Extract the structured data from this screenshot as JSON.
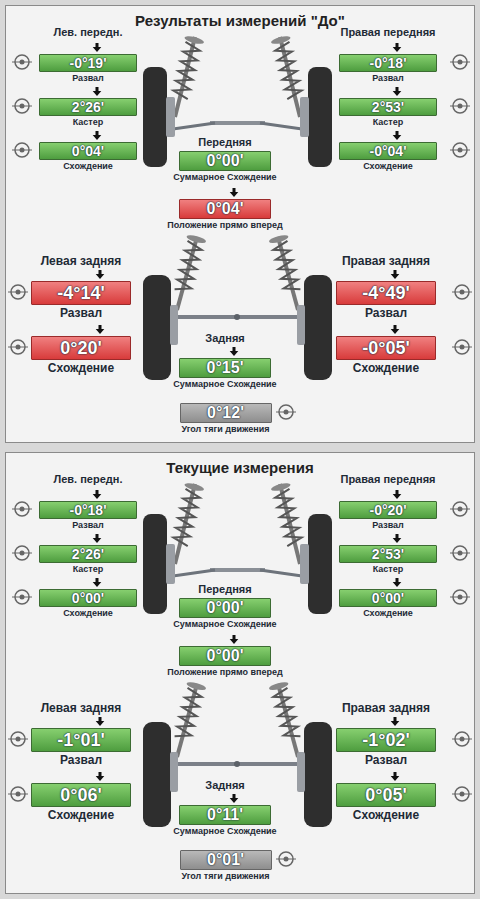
{
  "diagram": {
    "nodes": [
      {
        "text": [
          "Результаты измерений \"До\""
        ]
      },
      {
        "text": [
          "-0°19'",
          "Развал"
        ],
        "in": 0
      },
      {
        "text": [
          "-0°18'",
          "Развал"
        ],
        "in": 0
      },
      {
        "text": [
          "2°26'",
          "Кастер"
        ],
        "in": 0
      },
      {
        "text": [
          "2°53'",
          "Кастер"
        ],
        "in": 0
      },
      {
        "text": [
          "0°04'",
          "Схождение"
        ],
        "in": 0
      },
      {
        "text": [
          "-0°04'",
          "Схождение"
        ],
        "in": 0
      },
      {
        "text": [
          "0°00'",
          "Суммарное Схождение"
        ],
        "in": 0
      },
      {
        "text": [
          "0°04'",
          "Положение прямо вперед"
        ],
        "in": 0
      },
      {
        "text": [
          "-4°14'",
          "Развал"
        ],
        "in": 0
      },
      {
        "text": [
          "-4°49'",
          "Развал"
        ],
        "in": 0
      },
      {
        "text": [
          "0°20'",
          "Схождение"
        ],
        "in": 0
      },
      {
        "text": [
          "-0°05'",
          "Схождение"
        ],
        "in": 0
      },
      {
        "text": [
          "0°15'",
          "Суммарное Схождение"
        ],
        "in": 0
      },
      {
        "text": [
          "0°12'",
          "Угол тяги движения"
        ],
        "in": 0
      },
      {
        "text": [
          "Текущие измерения"
        ]
      },
      {
        "text": [
          "-0°18'",
          "Развал"
        ],
        "in": 15
      },
      {
        "text": [
          "-0°20'",
          "Развал"
        ],
        "in": 15
      },
      {
        "text": [
          "2°26'",
          "Кастер"
        ],
        "in": 15
      },
      {
        "text": [
          "2°53'",
          "Кастер"
        ],
        "in": 15
      },
      {
        "text": [
          "0°00'",
          "Схождение"
        ],
        "in": 15
      },
      {
        "text": [
          "0°00'",
          "Схождение"
        ],
        "in": 15
      },
      {
        "text": [
          "0°00'",
          "Суммарное Схождение"
        ],
        "in": 15
      },
      {
        "text": [
          "0°00'",
          "Положение прямо вперед"
        ],
        "in": 15
      },
      {
        "text": [
          "-1°01'",
          "Развал"
        ],
        "in": 15
      },
      {
        "text": [
          "-1°02'",
          "Развал"
        ],
        "in": 15
      },
      {
        "text": [
          "0°06'",
          "Схождение"
        ],
        "in": 15
      },
      {
        "text": [
          "0°05'",
          "Схождение"
        ],
        "in": 15
      },
      {
        "text": [
          "0°11'",
          "Суммарное Схождение"
        ],
        "in": 15
      },
      {
        "text": [
          "0°01'",
          "Угол тяги движения"
        ],
        "in": 15
      }
    ],
    "labels": [
      "Лев. передн.",
      "Правая передняя",
      "Передняя",
      "Левая задняя",
      "Правая задняя",
      "Задняя",
      "Лев. передн.",
      "Правая передняя",
      "Передняя",
      "Левая задняя",
      "Правая задняя",
      "Задняя"
    ]
  }
}
